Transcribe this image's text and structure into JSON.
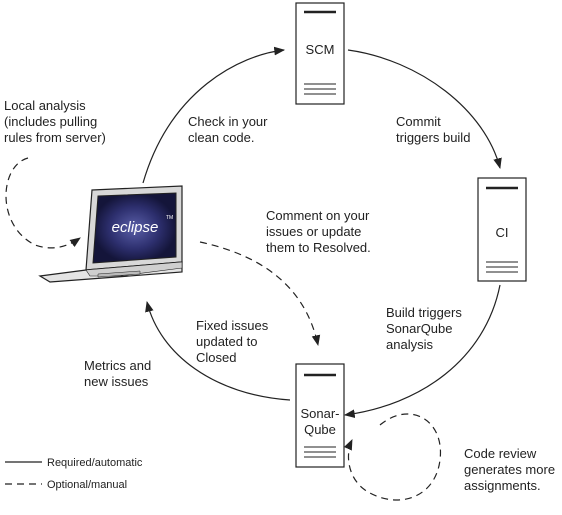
{
  "nodes": {
    "scm": "SCM",
    "ci": "CI",
    "sonarqube": "Sonar-\nQube",
    "laptop_logo": "eclipse",
    "laptop_tm": "TM"
  },
  "edges": {
    "check_in": "Check in your\nclean code.",
    "commit": "Commit\ntriggers build",
    "build_triggers": "Build triggers\nSonarQube\nanalysis",
    "metrics": "Metrics and\nnew issues",
    "fixed": "Fixed issues\nupdated to\nClosed",
    "comment": "Comment on your\nissues or update\nthem to Resolved.",
    "local_analysis": "Local analysis\n(includes pulling\nrules from server)",
    "code_review": "Code review\ngenerates more\nassignments."
  },
  "legend": {
    "required": "Required/automatic",
    "optional": "Optional/manual"
  }
}
